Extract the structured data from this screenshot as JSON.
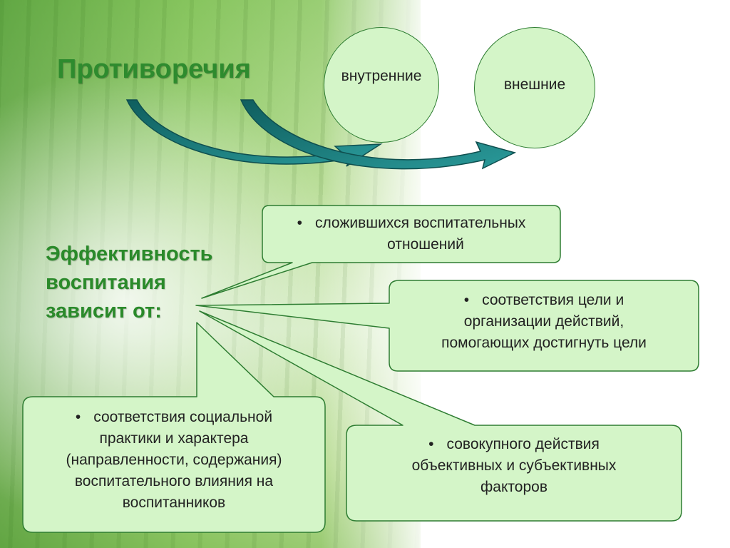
{
  "title": "Противоречия",
  "circles": {
    "internal": "внутренние",
    "external": "внешние"
  },
  "subtitle": {
    "line1": "Эффективность",
    "line2": "воспитания",
    "line3": "зависит от:"
  },
  "bullet": "•",
  "factors": {
    "relations": {
      "line1": "сложившихся воспитательных",
      "line2": "отношений"
    },
    "goal": {
      "line1": "соответствия цели и",
      "line2": "организации действий,",
      "line3": "помогающих достигнуть цели"
    },
    "practice": {
      "line1": "соответствия социальной",
      "line2": "практики и характера",
      "line3": "(направленности, содержания)",
      "line4": "воспитательного влияния на",
      "line5": "воспитанников"
    },
    "joint": {
      "line1": "совокупного действия",
      "line2": "объективных и субъективных",
      "line3": "факторов"
    }
  },
  "colors": {
    "title_green": "#2e8b2e",
    "box_fill": "#d4f5c8",
    "box_border": "#2e7d32",
    "arrow_teal": "#1f7a7a"
  }
}
